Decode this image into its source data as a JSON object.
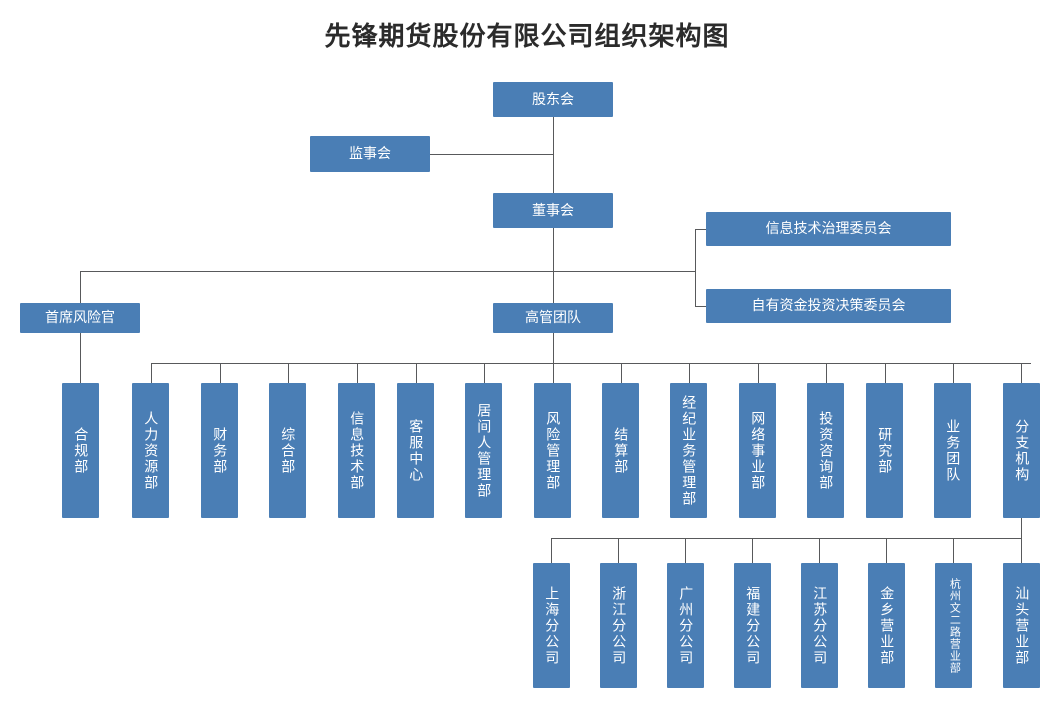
{
  "title": "先锋期货股份有限公司组织架构图",
  "theme": {
    "node_fill": "#4A7EB5",
    "node_text": "#FFFFFF",
    "connector": "#58595B",
    "background": "#FFFFFF",
    "title_color": "#2B2B2B"
  },
  "chart_data": {
    "type": "diagram",
    "diagram_kind": "organizational-chart",
    "title": "先锋期货股份有限公司组织架构图",
    "nodes": [
      {
        "id": "shareholders",
        "label": "股东会",
        "level": 0,
        "orientation": "horizontal"
      },
      {
        "id": "supervisory",
        "label": "监事会",
        "level": 1,
        "orientation": "horizontal"
      },
      {
        "id": "board",
        "label": "董事会",
        "level": 2,
        "orientation": "horizontal"
      },
      {
        "id": "it-governance-committee",
        "label": "信息技术治理委员会",
        "level": 3,
        "orientation": "horizontal"
      },
      {
        "id": "proprietary-investment-committee",
        "label": "自有资金投资决策委员会",
        "level": 3,
        "orientation": "horizontal"
      },
      {
        "id": "cro",
        "label": "首席风险官",
        "level": 3,
        "orientation": "horizontal"
      },
      {
        "id": "executive-team",
        "label": "高管团队",
        "level": 3,
        "orientation": "horizontal"
      },
      {
        "id": "compliance",
        "label": "合规部",
        "level": 4,
        "orientation": "vertical"
      },
      {
        "id": "human-resources",
        "label": "人力资源部",
        "level": 4,
        "orientation": "vertical"
      },
      {
        "id": "finance",
        "label": "财务部",
        "level": 4,
        "orientation": "vertical"
      },
      {
        "id": "general-affairs",
        "label": "综合部",
        "level": 4,
        "orientation": "vertical"
      },
      {
        "id": "information-technology",
        "label": "信息技术部",
        "level": 4,
        "orientation": "vertical"
      },
      {
        "id": "customer-service",
        "label": "客服中心",
        "level": 4,
        "orientation": "vertical"
      },
      {
        "id": "intermediary-management",
        "label": "居间人管理部",
        "level": 4,
        "orientation": "vertical"
      },
      {
        "id": "risk-management",
        "label": "风险管理部",
        "level": 4,
        "orientation": "vertical"
      },
      {
        "id": "settlement",
        "label": "结算部",
        "level": 4,
        "orientation": "vertical"
      },
      {
        "id": "brokerage-business-management",
        "label": "经纪业务管理部",
        "level": 4,
        "orientation": "vertical"
      },
      {
        "id": "network-division",
        "label": "网络事业部",
        "level": 4,
        "orientation": "vertical"
      },
      {
        "id": "investment-consulting",
        "label": "投资咨询部",
        "level": 4,
        "orientation": "vertical"
      },
      {
        "id": "research",
        "label": "研究部",
        "level": 4,
        "orientation": "vertical"
      },
      {
        "id": "business-team",
        "label": "业务团队",
        "level": 4,
        "orientation": "vertical"
      },
      {
        "id": "branches",
        "label": "分支机构",
        "level": 4,
        "orientation": "vertical"
      },
      {
        "id": "shanghai-branch",
        "label": "上海分公司",
        "level": 5,
        "orientation": "vertical"
      },
      {
        "id": "zhejiang-branch",
        "label": "浙江分公司",
        "level": 5,
        "orientation": "vertical"
      },
      {
        "id": "guangzhou-branch",
        "label": "广州分公司",
        "level": 5,
        "orientation": "vertical"
      },
      {
        "id": "fujian-branch",
        "label": "福建分公司",
        "level": 5,
        "orientation": "vertical"
      },
      {
        "id": "jiangsu-branch",
        "label": "江苏分公司",
        "level": 5,
        "orientation": "vertical"
      },
      {
        "id": "jinxiang-sales-dept",
        "label": "金乡营业部",
        "level": 5,
        "orientation": "vertical"
      },
      {
        "id": "hangzhou-wenerlu-sales-dept",
        "label": "杭州文二路营业部",
        "level": 5,
        "orientation": "vertical"
      },
      {
        "id": "shantou-sales-dept",
        "label": "汕头营业部",
        "level": 5,
        "orientation": "vertical"
      }
    ],
    "edges": [
      {
        "from": "shareholders",
        "to": "supervisory"
      },
      {
        "from": "shareholders",
        "to": "board"
      },
      {
        "from": "board",
        "to": "it-governance-committee"
      },
      {
        "from": "board",
        "to": "proprietary-investment-committee"
      },
      {
        "from": "board",
        "to": "cro"
      },
      {
        "from": "board",
        "to": "executive-team"
      },
      {
        "from": "cro",
        "to": "compliance"
      },
      {
        "from": "executive-team",
        "to": "human-resources"
      },
      {
        "from": "executive-team",
        "to": "finance"
      },
      {
        "from": "executive-team",
        "to": "general-affairs"
      },
      {
        "from": "executive-team",
        "to": "information-technology"
      },
      {
        "from": "executive-team",
        "to": "customer-service"
      },
      {
        "from": "executive-team",
        "to": "intermediary-management"
      },
      {
        "from": "executive-team",
        "to": "risk-management"
      },
      {
        "from": "executive-team",
        "to": "settlement"
      },
      {
        "from": "executive-team",
        "to": "brokerage-business-management"
      },
      {
        "from": "executive-team",
        "to": "network-division"
      },
      {
        "from": "executive-team",
        "to": "investment-consulting"
      },
      {
        "from": "executive-team",
        "to": "research"
      },
      {
        "from": "executive-team",
        "to": "business-team"
      },
      {
        "from": "executive-team",
        "to": "branches"
      },
      {
        "from": "branches",
        "to": "shanghai-branch"
      },
      {
        "from": "branches",
        "to": "zhejiang-branch"
      },
      {
        "from": "branches",
        "to": "guangzhou-branch"
      },
      {
        "from": "branches",
        "to": "fujian-branch"
      },
      {
        "from": "branches",
        "to": "jiangsu-branch"
      },
      {
        "from": "branches",
        "to": "jinxiang-sales-dept"
      },
      {
        "from": "branches",
        "to": "hangzhou-wenerlu-sales-dept"
      },
      {
        "from": "branches",
        "to": "shantou-sales-dept"
      }
    ]
  }
}
